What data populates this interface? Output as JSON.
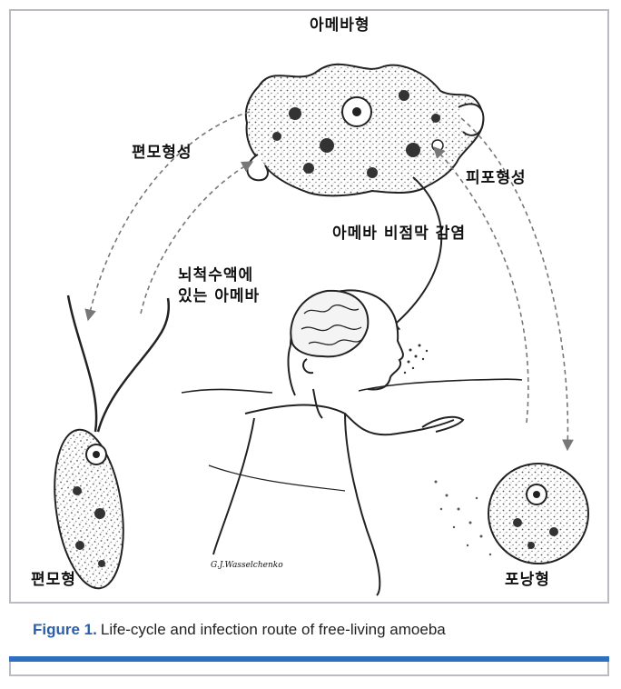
{
  "figure": {
    "labels": {
      "amoeba_form": "아메바형",
      "flagellate_formation": "편모형성",
      "encystation": "피포형성",
      "infection": "아메바 비점막 감염",
      "csf_amoeba_line1": "뇌척수액에",
      "csf_amoeba_line2": "있는 아메바",
      "flagellate_form": "편모형",
      "cyst_form": "포낭형"
    },
    "signature": "G.J.Wasselchenko"
  },
  "caption": {
    "label": "Figure 1.",
    "text": "Life-cycle and infection route of free-living amoeba"
  },
  "colors": {
    "border": "#b9bcc3",
    "caption_label": "#2a5ea8",
    "rule": "#2f6fc1"
  }
}
